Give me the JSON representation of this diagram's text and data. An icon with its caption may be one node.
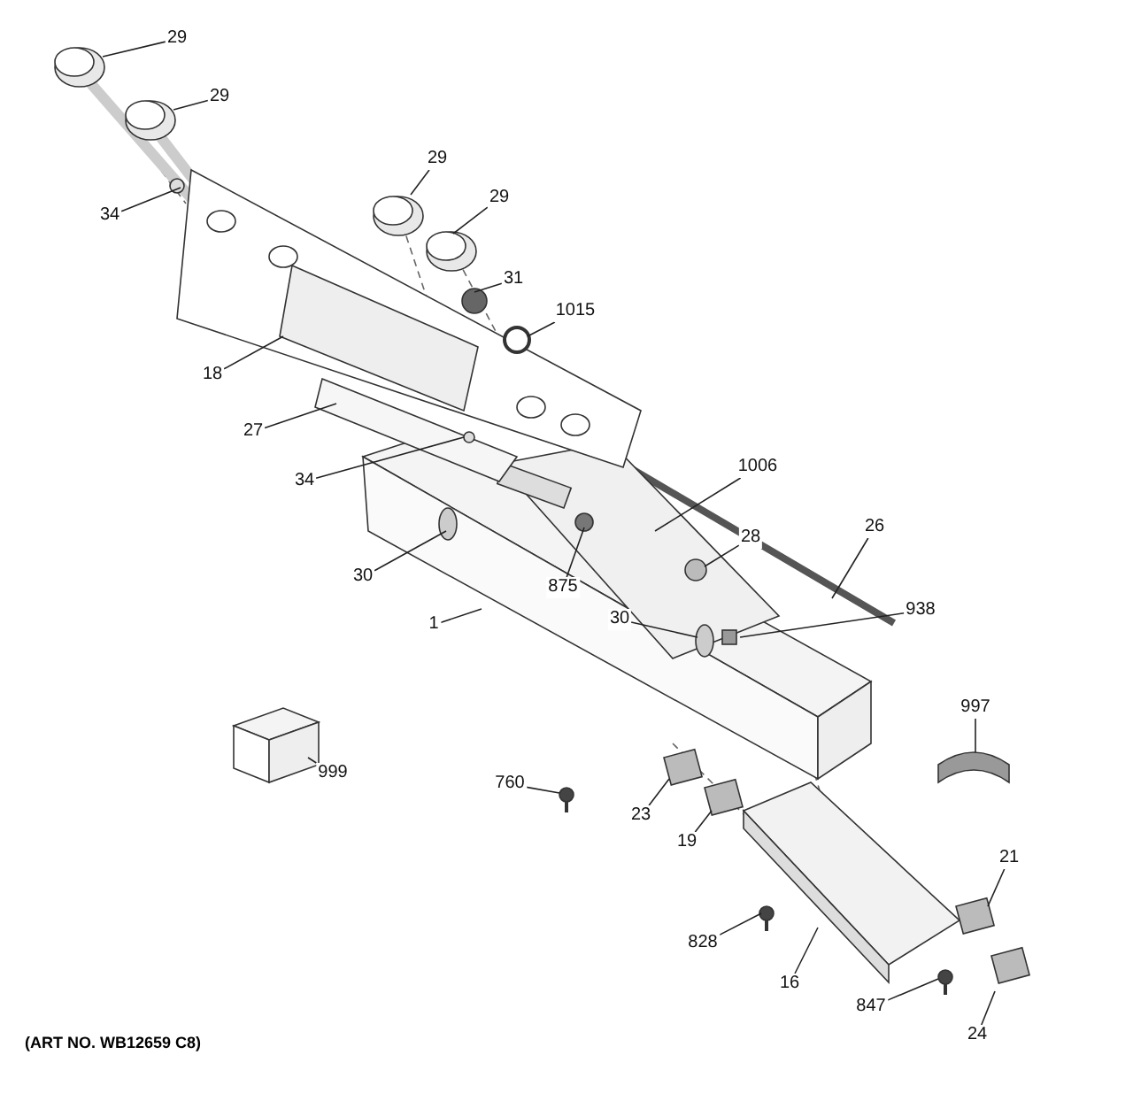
{
  "diagram": {
    "caption": "(ART NO. WB12659 C8)",
    "nodes": [
      {
        "text": [
          "29"
        ]
      },
      {
        "text": [
          "29"
        ]
      },
      {
        "text": [
          "29"
        ]
      },
      {
        "text": [
          "29"
        ]
      },
      {
        "text": [
          "34"
        ]
      },
      {
        "text": [
          "31"
        ]
      },
      {
        "text": [
          "1015"
        ]
      },
      {
        "text": [
          "18"
        ]
      },
      {
        "text": [
          "27"
        ]
      },
      {
        "text": [
          "1006"
        ]
      },
      {
        "text": [
          "34"
        ]
      },
      {
        "text": [
          "26"
        ]
      },
      {
        "text": [
          "28"
        ]
      },
      {
        "text": [
          "30"
        ]
      },
      {
        "text": [
          "875"
        ]
      },
      {
        "text": [
          "938"
        ]
      },
      {
        "text": [
          "30"
        ]
      },
      {
        "text": [
          "1"
        ]
      },
      {
        "text": [
          "997"
        ]
      },
      {
        "text": [
          "999"
        ]
      },
      {
        "text": [
          "760"
        ]
      },
      {
        "text": [
          "23"
        ]
      },
      {
        "text": [
          "19"
        ]
      },
      {
        "text": [
          "21"
        ]
      },
      {
        "text": [
          "828"
        ]
      },
      {
        "text": [
          "16"
        ]
      },
      {
        "text": [
          "847"
        ]
      },
      {
        "text": [
          "24"
        ]
      }
    ],
    "edges": [
      {
        "from": 0,
        "to": null,
        "arrow": "none"
      },
      {
        "from": 1,
        "to": null,
        "arrow": "none"
      },
      {
        "from": 2,
        "to": null,
        "arrow": "none"
      },
      {
        "from": 3,
        "to": null,
        "arrow": "none"
      },
      {
        "from": 4,
        "to": null,
        "arrow": "none"
      },
      {
        "from": 5,
        "to": null,
        "arrow": "none"
      },
      {
        "from": 6,
        "to": null,
        "arrow": "none"
      },
      {
        "from": 7,
        "to": null,
        "arrow": "none"
      },
      {
        "from": 8,
        "to": null,
        "arrow": "none"
      },
      {
        "from": 9,
        "to": null,
        "arrow": "none"
      },
      {
        "from": 10,
        "to": null,
        "arrow": "none"
      },
      {
        "from": 11,
        "to": null,
        "arrow": "none"
      },
      {
        "from": 12,
        "to": null,
        "arrow": "none"
      },
      {
        "from": 13,
        "to": null,
        "arrow": "none"
      },
      {
        "from": 14,
        "to": null,
        "arrow": "none"
      },
      {
        "from": 15,
        "to": null,
        "arrow": "none"
      },
      {
        "from": 16,
        "to": null,
        "arrow": "none"
      },
      {
        "from": 17,
        "to": null,
        "arrow": "none"
      },
      {
        "from": 18,
        "to": null,
        "arrow": "none"
      },
      {
        "from": 19,
        "to": null,
        "arrow": "none"
      },
      {
        "from": 20,
        "to": null,
        "arrow": "none"
      },
      {
        "from": 21,
        "to": null,
        "arrow": "none"
      },
      {
        "from": 22,
        "to": null,
        "arrow": "none"
      },
      {
        "from": 23,
        "to": null,
        "arrow": "none"
      },
      {
        "from": 24,
        "to": null,
        "arrow": "none"
      },
      {
        "from": 25,
        "to": null,
        "arrow": "none"
      },
      {
        "from": 26,
        "to": null,
        "arrow": "none"
      },
      {
        "from": 27,
        "to": null,
        "arrow": "none"
      }
    ]
  }
}
